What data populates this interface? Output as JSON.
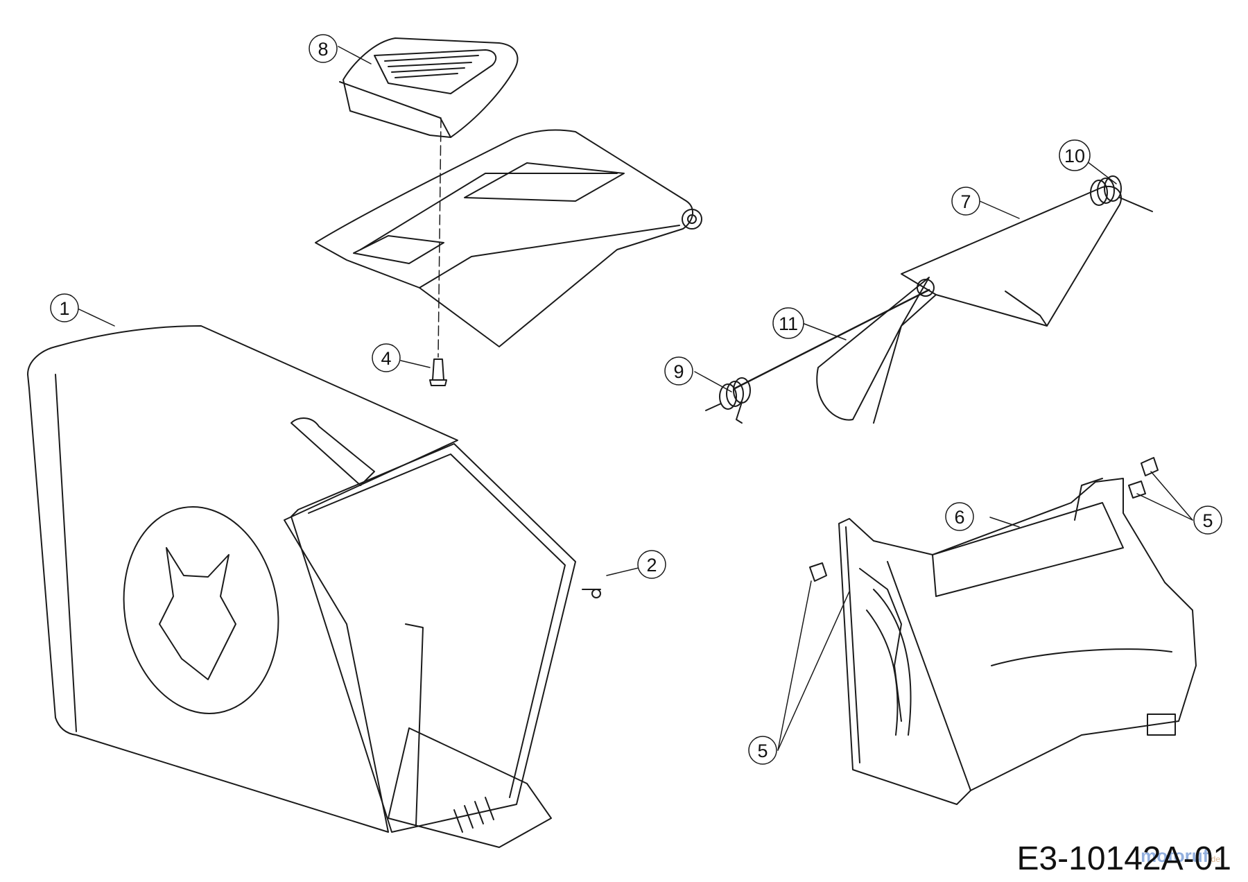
{
  "drawing_id": "E3-10142A-01",
  "watermark": {
    "name": "motoruf",
    "tld": ".de"
  },
  "callouts": [
    {
      "id": "callout-1",
      "label": "1"
    },
    {
      "id": "callout-2",
      "label": "2"
    },
    {
      "id": "callout-4",
      "label": "4"
    },
    {
      "id": "callout-5-left",
      "label": "5"
    },
    {
      "id": "callout-5-right",
      "label": "5"
    },
    {
      "id": "callout-6",
      "label": "6"
    },
    {
      "id": "callout-7",
      "label": "7"
    },
    {
      "id": "callout-8",
      "label": "8"
    },
    {
      "id": "callout-9",
      "label": "9"
    },
    {
      "id": "callout-10",
      "label": "10"
    },
    {
      "id": "callout-11",
      "label": "11"
    }
  ],
  "colors": {
    "line": "#1a1a1a",
    "fill": "#ffffff",
    "watermark": "#3a6fc4"
  }
}
